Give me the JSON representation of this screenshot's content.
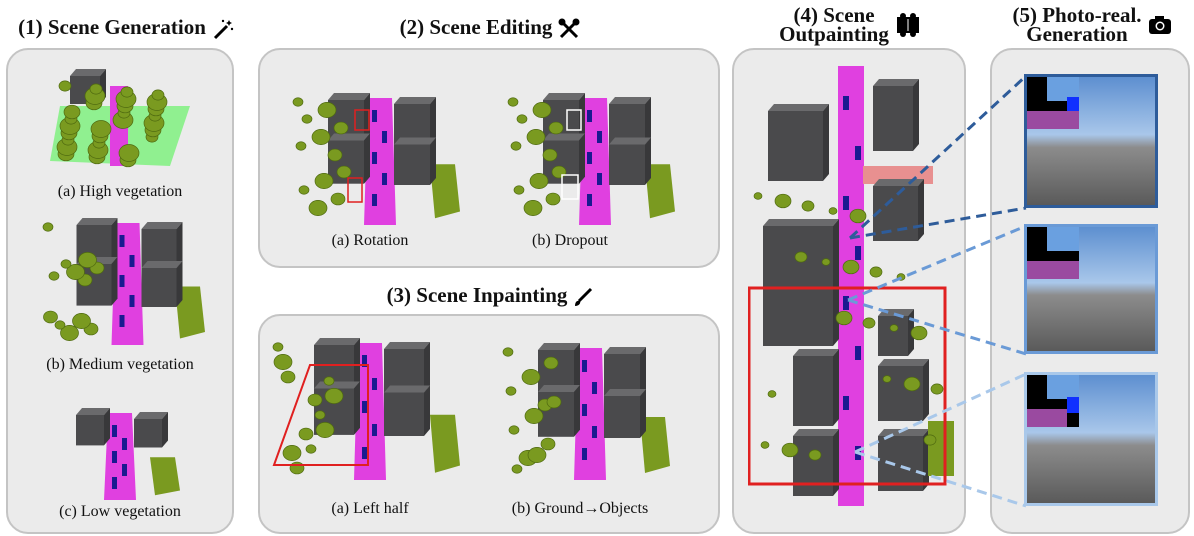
{
  "panels": {
    "generation": {
      "title": "(1) Scene Generation",
      "icon": "magic-wand-icon",
      "captions": [
        "(a) High vegetation",
        "(b) Medium vegetation",
        "(c) Low vegetation"
      ]
    },
    "editing": {
      "title": "(2) Scene Editing",
      "icon": "tools-icon",
      "captions": [
        "(a) Rotation",
        "(b) Dropout"
      ]
    },
    "inpainting": {
      "title": "(3) Scene Inpainting",
      "icon": "paintbrush-icon",
      "captions": [
        "(a) Left half",
        "(b) Ground→Objects"
      ]
    },
    "outpainting": {
      "title_line1": "(4) Scene",
      "title_line2": "Outpainting",
      "icon": "puzzle-icon"
    },
    "photoreal": {
      "title_line1": "(5) Photo-real.",
      "title_line2": "Generation",
      "icon": "camera-icon"
    }
  },
  "colors": {
    "building": "#4a4a4c",
    "vegetation": "#7a9a20",
    "road": "#e040e0",
    "car": "#1a1a90",
    "ground": "#90f090",
    "highlight": "#e02020",
    "frame_dark": "#2e5c9a",
    "frame_mid": "#6a9ad6",
    "frame_light": "#a9c8ea"
  }
}
